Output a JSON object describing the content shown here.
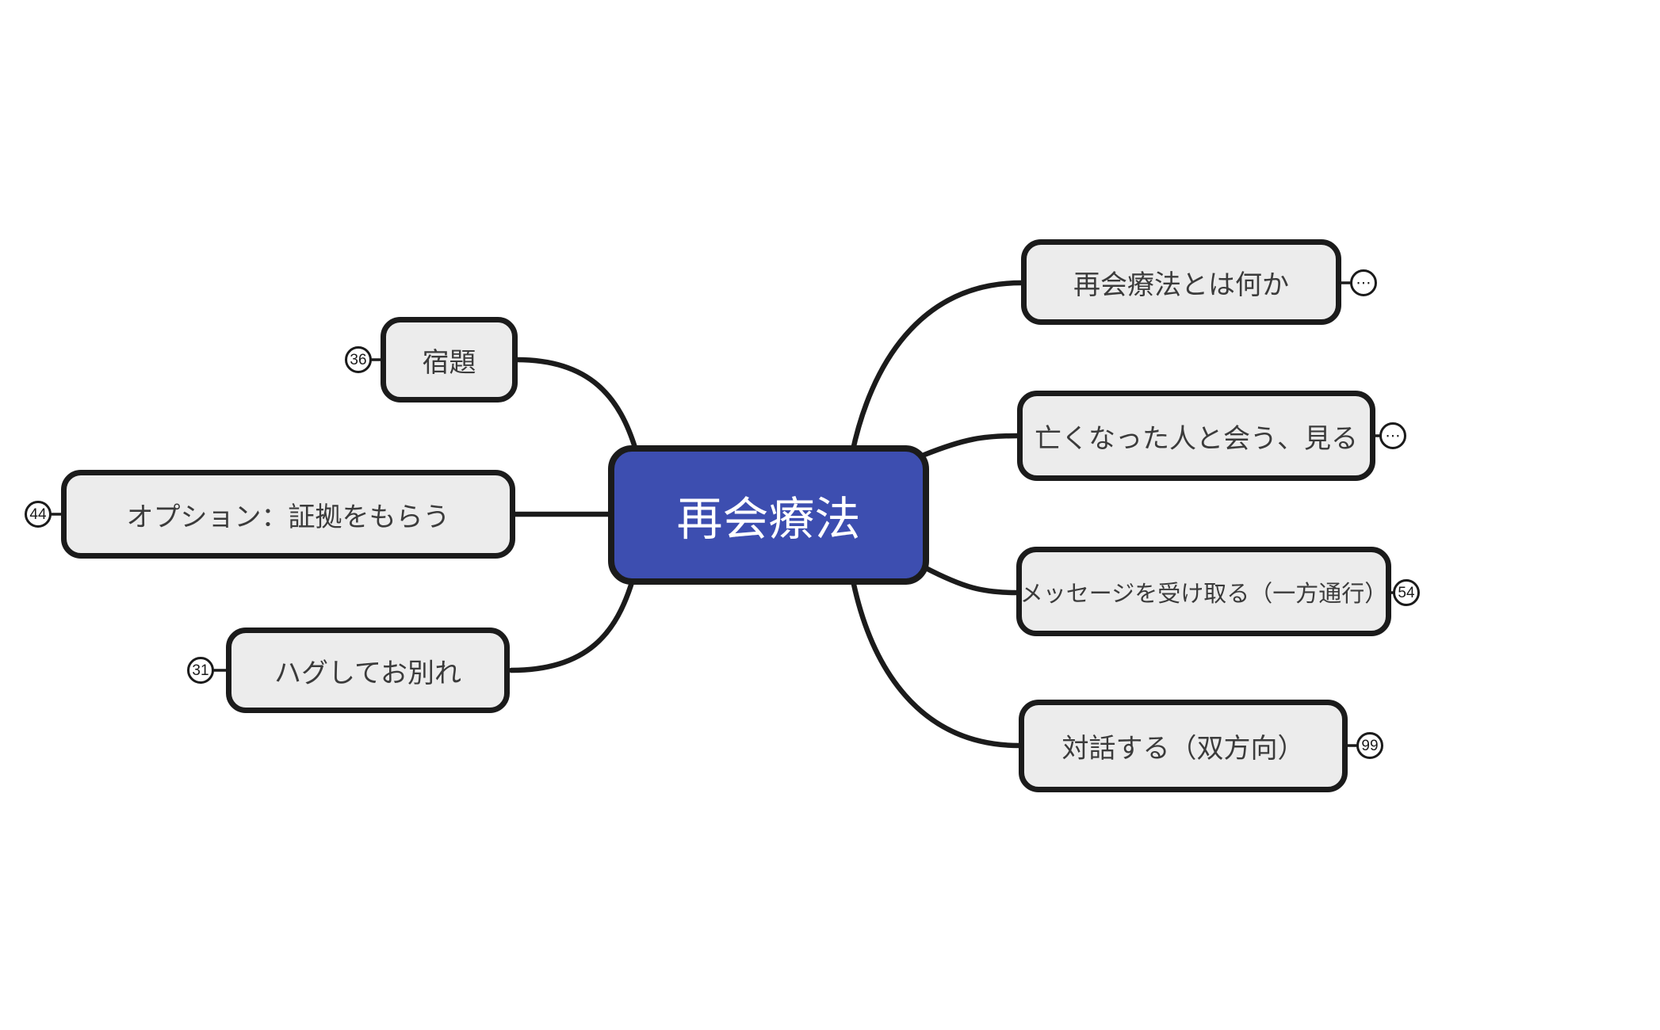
{
  "root_node": {
    "label": "再会療法"
  },
  "right_branches": [
    {
      "label": "再会療法とは何か",
      "badge": "⋯"
    },
    {
      "label": "亡くなった人と会う、見る",
      "badge": "⋯"
    },
    {
      "label": "メッセージを受け取る（一方通行）",
      "badge": "54"
    },
    {
      "label": "対話する（双方向）",
      "badge": "99"
    }
  ],
  "left_branches": [
    {
      "label": "宿題",
      "badge": "36"
    },
    {
      "label": "オプション：証拠をもらう",
      "badge": "44"
    },
    {
      "label": "ハグしてお別れ",
      "badge": "31"
    }
  ],
  "colors": {
    "root_fill": "#3d4eb0",
    "root_text": "#ffffff",
    "branch_fill": "#ececec",
    "branch_text": "#3b3b3b",
    "outline": "#1b1b1b",
    "background": "#ffffff"
  }
}
